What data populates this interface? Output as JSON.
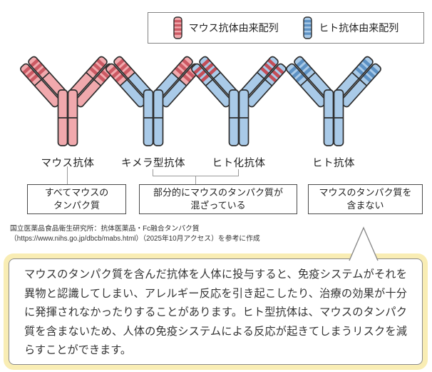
{
  "legend": {
    "items": [
      {
        "label": "マウス抗体由来配列",
        "fill": "#F1A9AD",
        "stripe": "#CC5A64"
      },
      {
        "label": "ヒト抗体由来配列",
        "fill": "#A9CAE8",
        "stripe": "#5E92C4"
      }
    ]
  },
  "antibodies": [
    {
      "label": "マウス抗体",
      "tip_fill": "#F1A9AD",
      "tip_stripe": "#CC5A64",
      "body_fill": "#F1A9AD"
    },
    {
      "label": "キメラ型抗体",
      "tip_fill": "#F1A9AD",
      "tip_stripe": "#CC5A64",
      "body_fill": "#A9CAE8"
    },
    {
      "label": "ヒト化抗体",
      "tip_fill": "#A9CAE8",
      "tip_stripe": "#C44E58",
      "body_fill": "#A9CAE8"
    },
    {
      "label": "ヒト抗体",
      "tip_fill": "#A9CAE8",
      "tip_stripe": "#5E92C4",
      "body_fill": "#A9CAE8"
    }
  ],
  "boxes": [
    {
      "lines": [
        "すべてマウスの",
        "タンパク質"
      ]
    },
    {
      "lines": [
        "部分的にマウスのタンパク質が",
        "混ざっている"
      ]
    },
    {
      "lines": [
        "マウスのタンパク質を",
        "含まない"
      ]
    }
  ],
  "source": {
    "line1": "国立医薬品食品衛生研究所：抗体医薬品・Fc融合タンパク質",
    "line2": "（https://www.nihs.go.jp/dbcb/mabs.html）（2025年10月アクセス）を参考に作成"
  },
  "callout": {
    "text": "マウスのタンパク質を含んだ抗体を人体に投与すると、免疫システムがそれを異物と認識してしまい、アレルギー反応を引き起こしたり、治療の効果が十分に発揮されなかったりすることがあります。ヒト型抗体は、マウスのタンパク質を含まないため、人体の免疫システムによる反応が起きてしまうリスクを減らすことができます。"
  },
  "colors": {
    "outline": "#2E2E2E",
    "connector": "#999999",
    "callout_border": "#F9EDB4"
  }
}
